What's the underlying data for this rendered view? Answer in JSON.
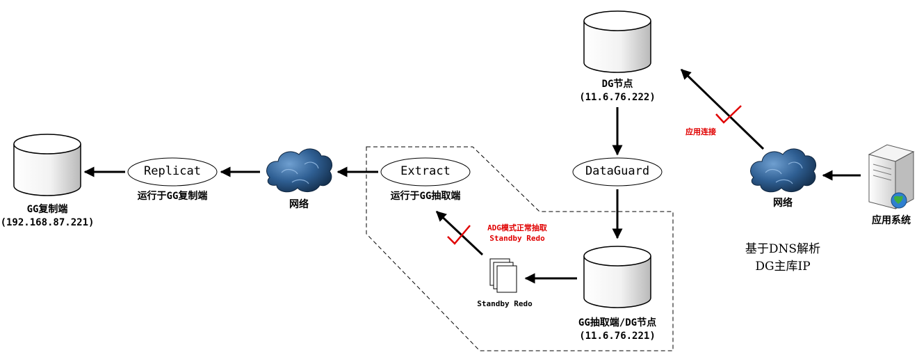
{
  "nodes": {
    "gg_replicat_db": {
      "name": "GG复制端",
      "ip": "(192.168.87.221)"
    },
    "replicat": {
      "label": "Replicat",
      "caption": "运行于GG复制端"
    },
    "network_left": {
      "caption": "网络"
    },
    "extract": {
      "label": "Extract",
      "caption": "运行于GG抽取端"
    },
    "standby_redo": {
      "caption": "Standby Redo"
    },
    "gg_extract_db": {
      "name": "GG抽取端/DG节点",
      "ip": "(11.6.76.221)"
    },
    "dg_node": {
      "name": "DG节点",
      "ip": "(11.6.76.222)"
    },
    "dataguard": {
      "label": "DataGuard"
    },
    "network_right": {
      "caption": "网络"
    },
    "app_system": {
      "caption": "应用系统"
    }
  },
  "annotations": {
    "adg_line1": "ADG模式正常抽取",
    "adg_line2": "Standby Redo",
    "app_connect": "应用连接",
    "dns_line1": "基于DNS解析",
    "dns_line2": "DG主库IP"
  },
  "colors": {
    "check_mark": "#e00000",
    "cloud": "#1f3f66",
    "arrow": "#000000"
  },
  "icons": [
    "database-icon",
    "cloud-icon",
    "documents-icon",
    "server-icon",
    "check-icon"
  ]
}
